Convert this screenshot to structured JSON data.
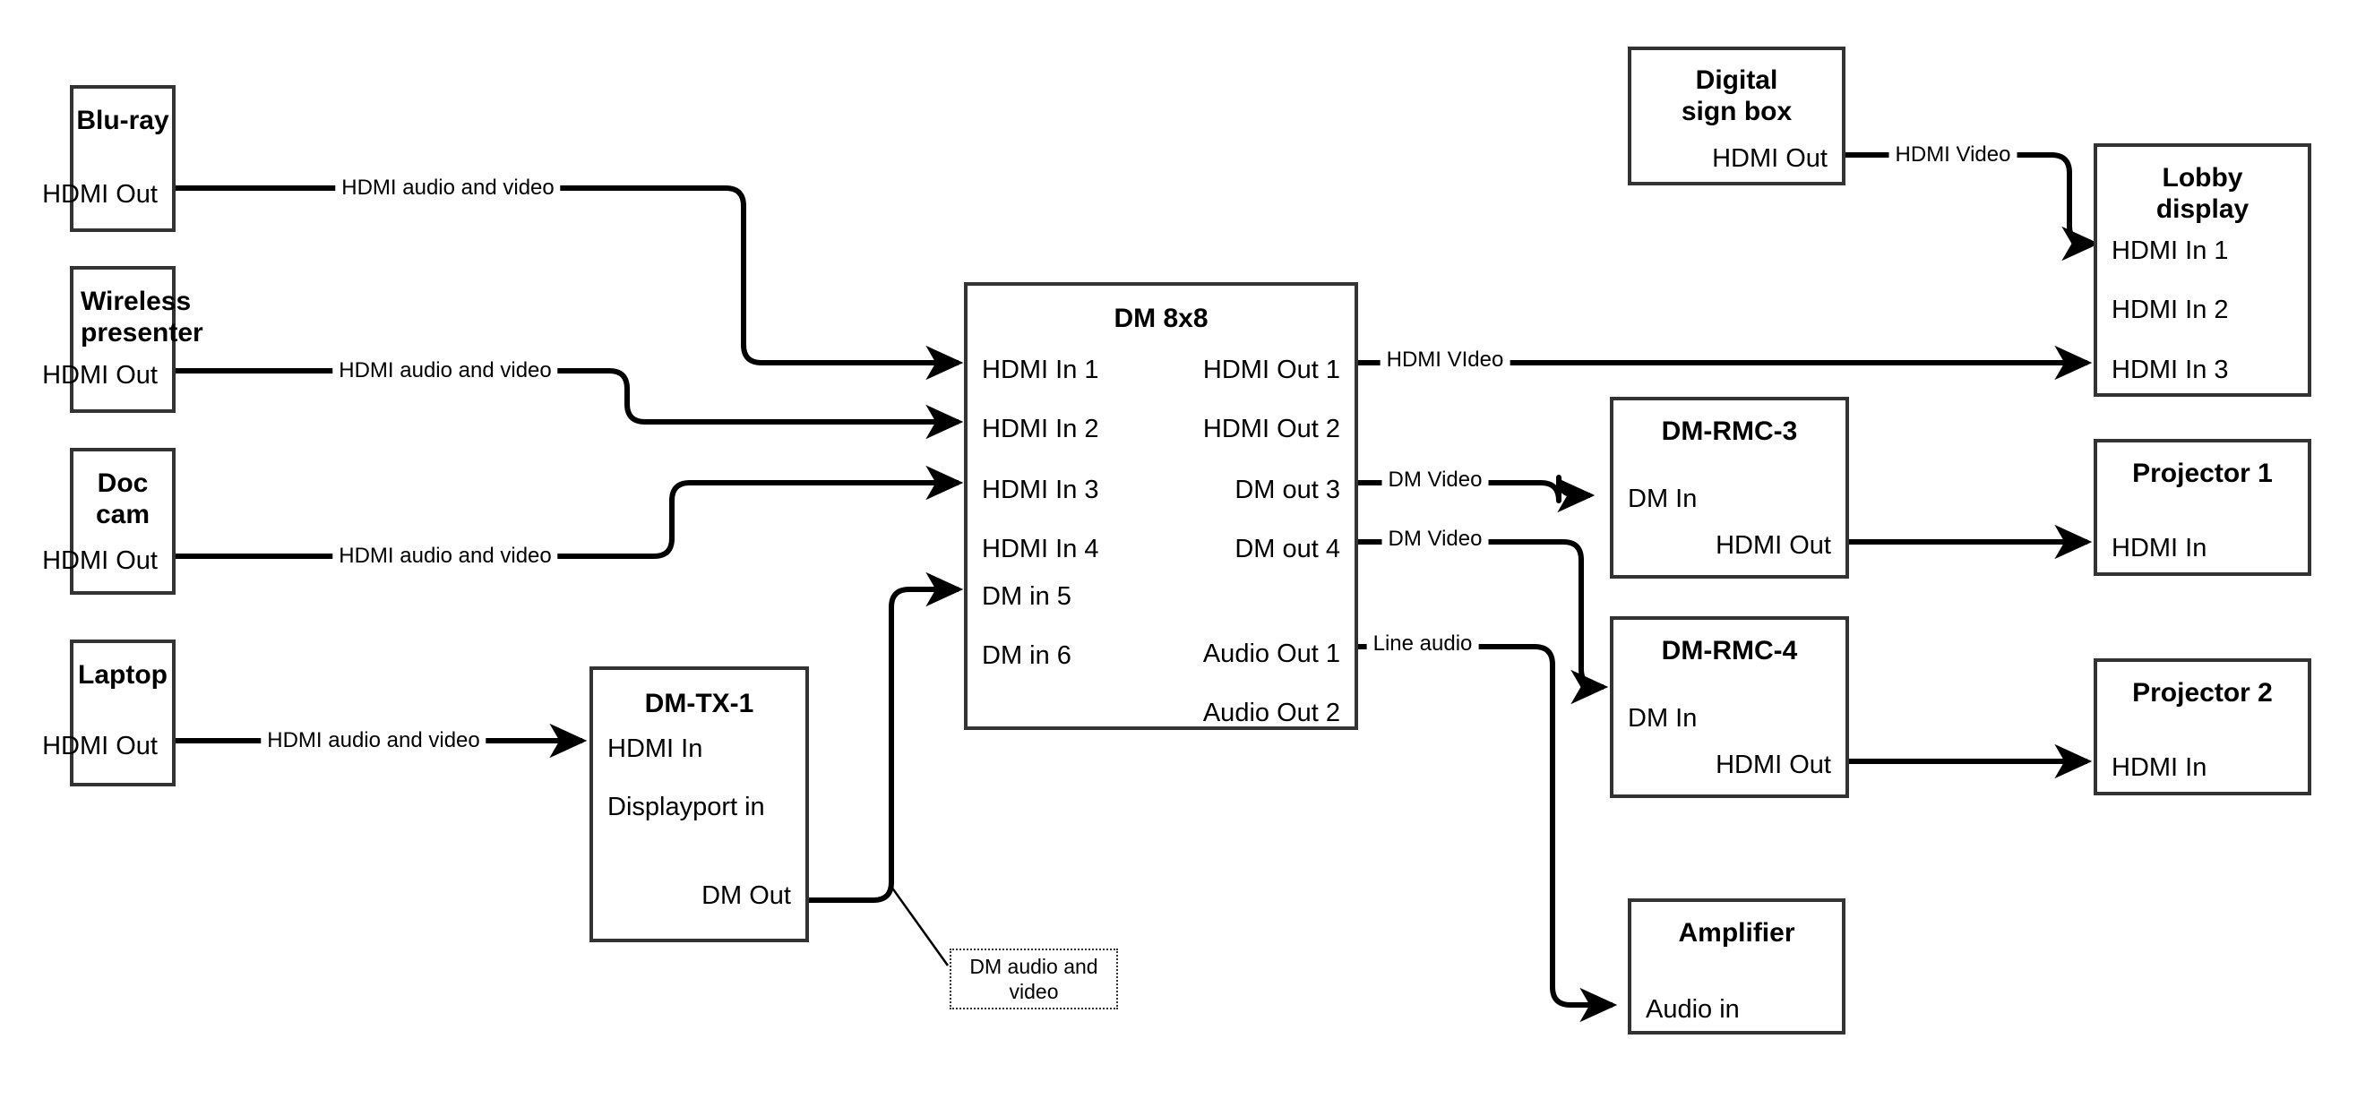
{
  "diagram": {
    "title": "AV signal flow diagram",
    "colors": {
      "stroke": "#333333",
      "wire": "#000000",
      "background": "#ffffff"
    },
    "nodes": [
      {
        "id": "blu-ray",
        "title": "Blu-ray",
        "ports": [
          {
            "label": "HDMI Out",
            "side": "right"
          }
        ]
      },
      {
        "id": "wireless-presenter",
        "title": "Wireless presenter",
        "ports": [
          {
            "label": "HDMI Out",
            "side": "right"
          }
        ]
      },
      {
        "id": "doc-cam",
        "title": "Doc cam",
        "ports": [
          {
            "label": "HDMI Out",
            "side": "right"
          }
        ]
      },
      {
        "id": "laptop",
        "title": "Laptop",
        "ports": [
          {
            "label": "HDMI Out",
            "side": "right"
          }
        ]
      },
      {
        "id": "dm-tx-1",
        "title": "DM-TX-1",
        "ports": [
          {
            "label": "HDMI In",
            "side": "left"
          },
          {
            "label": "Displayport in",
            "side": "left"
          },
          {
            "label": "DM Out",
            "side": "right"
          }
        ]
      },
      {
        "id": "dm-8x8",
        "title": "DM 8x8",
        "ports": [
          {
            "label": "HDMI In 1",
            "side": "left"
          },
          {
            "label": "HDMI In 2",
            "side": "left"
          },
          {
            "label": "HDMI In 3",
            "side": "left"
          },
          {
            "label": "HDMI In 4",
            "side": "left"
          },
          {
            "label": "DM in 5",
            "side": "left"
          },
          {
            "label": "DM in 6",
            "side": "left"
          },
          {
            "label": "HDMI Out 1",
            "side": "right"
          },
          {
            "label": "HDMI Out 2",
            "side": "right"
          },
          {
            "label": "DM out 3",
            "side": "right"
          },
          {
            "label": "DM out 4",
            "side": "right"
          },
          {
            "label": "Audio Out 1",
            "side": "right"
          },
          {
            "label": "Audio Out 2",
            "side": "right"
          }
        ]
      },
      {
        "id": "digital-sign-box",
        "title": "Digital sign box",
        "ports": [
          {
            "label": "HDMI Out",
            "side": "right"
          }
        ]
      },
      {
        "id": "lobby-display",
        "title": "Lobby display",
        "ports": [
          {
            "label": "HDMI In 1",
            "side": "left"
          },
          {
            "label": "HDMI In 2",
            "side": "left"
          },
          {
            "label": "HDMI In 3",
            "side": "left"
          }
        ]
      },
      {
        "id": "dm-rmc-3",
        "title": "DM-RMC-3",
        "ports": [
          {
            "label": "DM In",
            "side": "left"
          },
          {
            "label": "HDMI Out",
            "side": "right"
          }
        ]
      },
      {
        "id": "dm-rmc-4",
        "title": "DM-RMC-4",
        "ports": [
          {
            "label": "DM In",
            "side": "left"
          },
          {
            "label": "HDMI Out",
            "side": "right"
          }
        ]
      },
      {
        "id": "projector-1",
        "title": "Projector 1",
        "ports": [
          {
            "label": "HDMI In",
            "side": "left"
          }
        ]
      },
      {
        "id": "projector-2",
        "title": "Projector 2",
        "ports": [
          {
            "label": "HDMI In",
            "side": "left"
          }
        ]
      },
      {
        "id": "amplifier",
        "title": "Amplifier",
        "ports": [
          {
            "label": "Audio in",
            "side": "left"
          }
        ]
      }
    ],
    "connections": [
      {
        "id": "blu-ray-to-dm8x8",
        "from": "blu-ray.HDMI Out",
        "to": "dm-8x8.HDMI In 1",
        "label": "HDMI audio and video"
      },
      {
        "id": "wireless-to-dm8x8",
        "from": "wireless-presenter.HDMI Out",
        "to": "dm-8x8.HDMI In 2",
        "label": "HDMI audio and video"
      },
      {
        "id": "doccam-to-dm8x8",
        "from": "doc-cam.HDMI Out",
        "to": "dm-8x8.HDMI In 3",
        "label": "HDMI audio and video"
      },
      {
        "id": "laptop-to-dmtx1",
        "from": "laptop.HDMI Out",
        "to": "dm-tx-1.HDMI In",
        "label": "HDMI audio and video"
      },
      {
        "id": "dmtx1-to-dm8x8",
        "from": "dm-tx-1.DM Out",
        "to": "dm-8x8.DM in 5",
        "label": "DM audio and video"
      },
      {
        "id": "dm8x8-out1-to-lobby",
        "from": "dm-8x8.HDMI Out 1",
        "to": "lobby-display.HDMI In 3",
        "label": "HDMI VIdeo"
      },
      {
        "id": "dm8x8-out3-to-rmc3",
        "from": "dm-8x8.DM out 3",
        "to": "dm-rmc-3.DM In",
        "label": "DM Video"
      },
      {
        "id": "dm8x8-out4-to-rmc4",
        "from": "dm-8x8.DM out 4",
        "to": "dm-rmc-4.DM In",
        "label": "DM Video"
      },
      {
        "id": "dm8x8-audio1-to-amplifier",
        "from": "dm-8x8.Audio Out 1",
        "to": "amplifier.Audio in",
        "label": "Line audio"
      },
      {
        "id": "signbox-to-lobby",
        "from": "digital-sign-box.HDMI Out",
        "to": "lobby-display.HDMI In 1",
        "label": "HDMI Video"
      },
      {
        "id": "rmc3-to-projector1",
        "from": "dm-rmc-3.HDMI Out",
        "to": "projector-1.HDMI In",
        "label": ""
      },
      {
        "id": "rmc4-to-projector2",
        "from": "dm-rmc-4.HDMI Out",
        "to": "projector-2.HDMI In",
        "label": ""
      }
    ],
    "callout": {
      "text": "DM audio and video"
    }
  }
}
